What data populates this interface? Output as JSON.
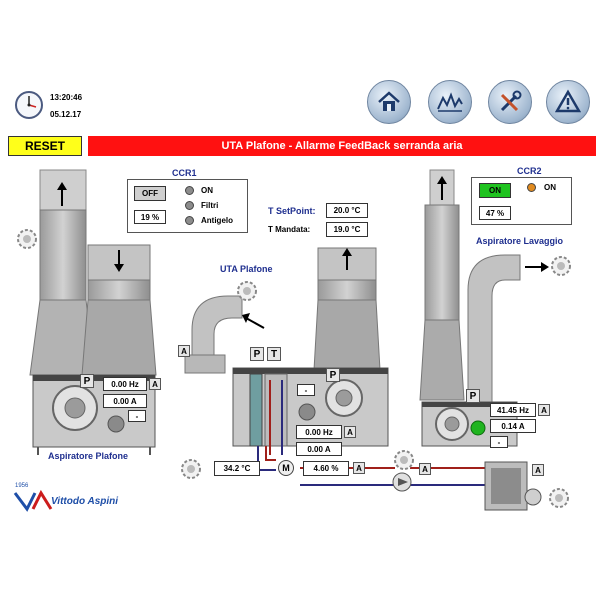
{
  "header": {
    "time": "13:20:46",
    "date": "05.12.17",
    "reset_label": "RESET",
    "alarm_text": "UTA Plafone - Allarme FeedBack serranda aria",
    "nav_icons": [
      "home-icon",
      "chart-icon",
      "tools-icon",
      "warning-icon"
    ]
  },
  "ccr1": {
    "title": "CCR1",
    "status": "OFF",
    "percent": "19 %",
    "indicators": [
      {
        "label": "ON",
        "color": "#8c8c8c"
      },
      {
        "label": "Filtri",
        "color": "#8c8c8c"
      },
      {
        "label": "Antigelo",
        "color": "#8c8c8c"
      }
    ]
  },
  "ccr2": {
    "title": "CCR2",
    "status": "ON",
    "status_color": "#1fc31f",
    "indicator_label": "ON",
    "indicator_color": "#e08a1e",
    "percent": "47 %"
  },
  "setpoints": {
    "setpoint_label": "T SetPoint:",
    "setpoint_value": "20.0 °C",
    "mandata_label": "T Mandata:",
    "mandata_value": "19.0 °C"
  },
  "uta": {
    "title": "UTA Plafone",
    "p_label": "P",
    "t_label": "T",
    "fan_dash": "-",
    "hz": "0.00 Hz",
    "amp": "0.00 A",
    "temp": "34.2 °C",
    "valve_pct": "4.60 %",
    "valve_m": "M"
  },
  "aspiratore_plafone": {
    "title": "Aspiratore Plafone",
    "hz": "0.00 Hz",
    "amp": "0.00 A",
    "dash": "-"
  },
  "aspiratore_lavaggio": {
    "title": "Aspiratore Lavaggio",
    "hz": "41.45 Hz",
    "amp": "0.14 A",
    "dash": "-"
  },
  "a_label": "A",
  "p_label": "P",
  "logo": {
    "text": "Vittodo Aspini",
    "year": "1956"
  }
}
